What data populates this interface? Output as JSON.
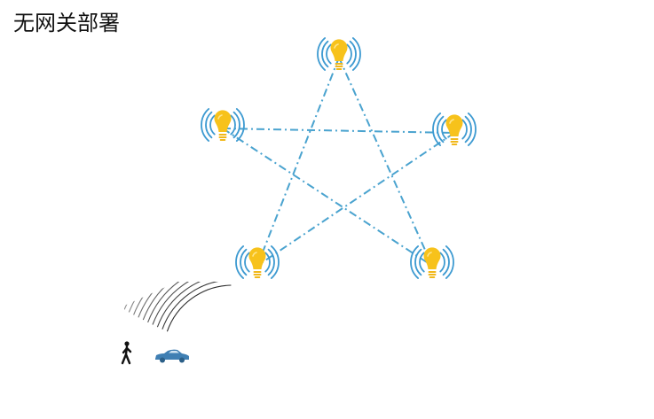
{
  "title": "无网关部署",
  "colors": {
    "link": "#4aa3cf",
    "signal": "#3d9ad1",
    "bulb": "#f7c21b",
    "bulb_base": "#f1b81a",
    "wave": "#222222",
    "person": "#111111",
    "car": "#3f7fb3"
  },
  "nodes": [
    {
      "id": "top",
      "icon": "smart-bulb-icon"
    },
    {
      "id": "left",
      "icon": "smart-bulb-icon"
    },
    {
      "id": "right",
      "icon": "smart-bulb-icon"
    },
    {
      "id": "bottom-left",
      "icon": "smart-bulb-icon"
    },
    {
      "id": "bottom-right",
      "icon": "smart-bulb-icon"
    }
  ],
  "links": [
    {
      "from": "left",
      "to": "right"
    },
    {
      "from": "top",
      "to": "bottom-left"
    },
    {
      "from": "top",
      "to": "bottom-right"
    },
    {
      "from": "left",
      "to": "bottom-right"
    },
    {
      "from": "right",
      "to": "bottom-left"
    }
  ],
  "sensor": {
    "icon": "radar-wave-icon"
  },
  "targets": [
    {
      "icon": "pedestrian-icon"
    },
    {
      "icon": "car-icon"
    }
  ]
}
